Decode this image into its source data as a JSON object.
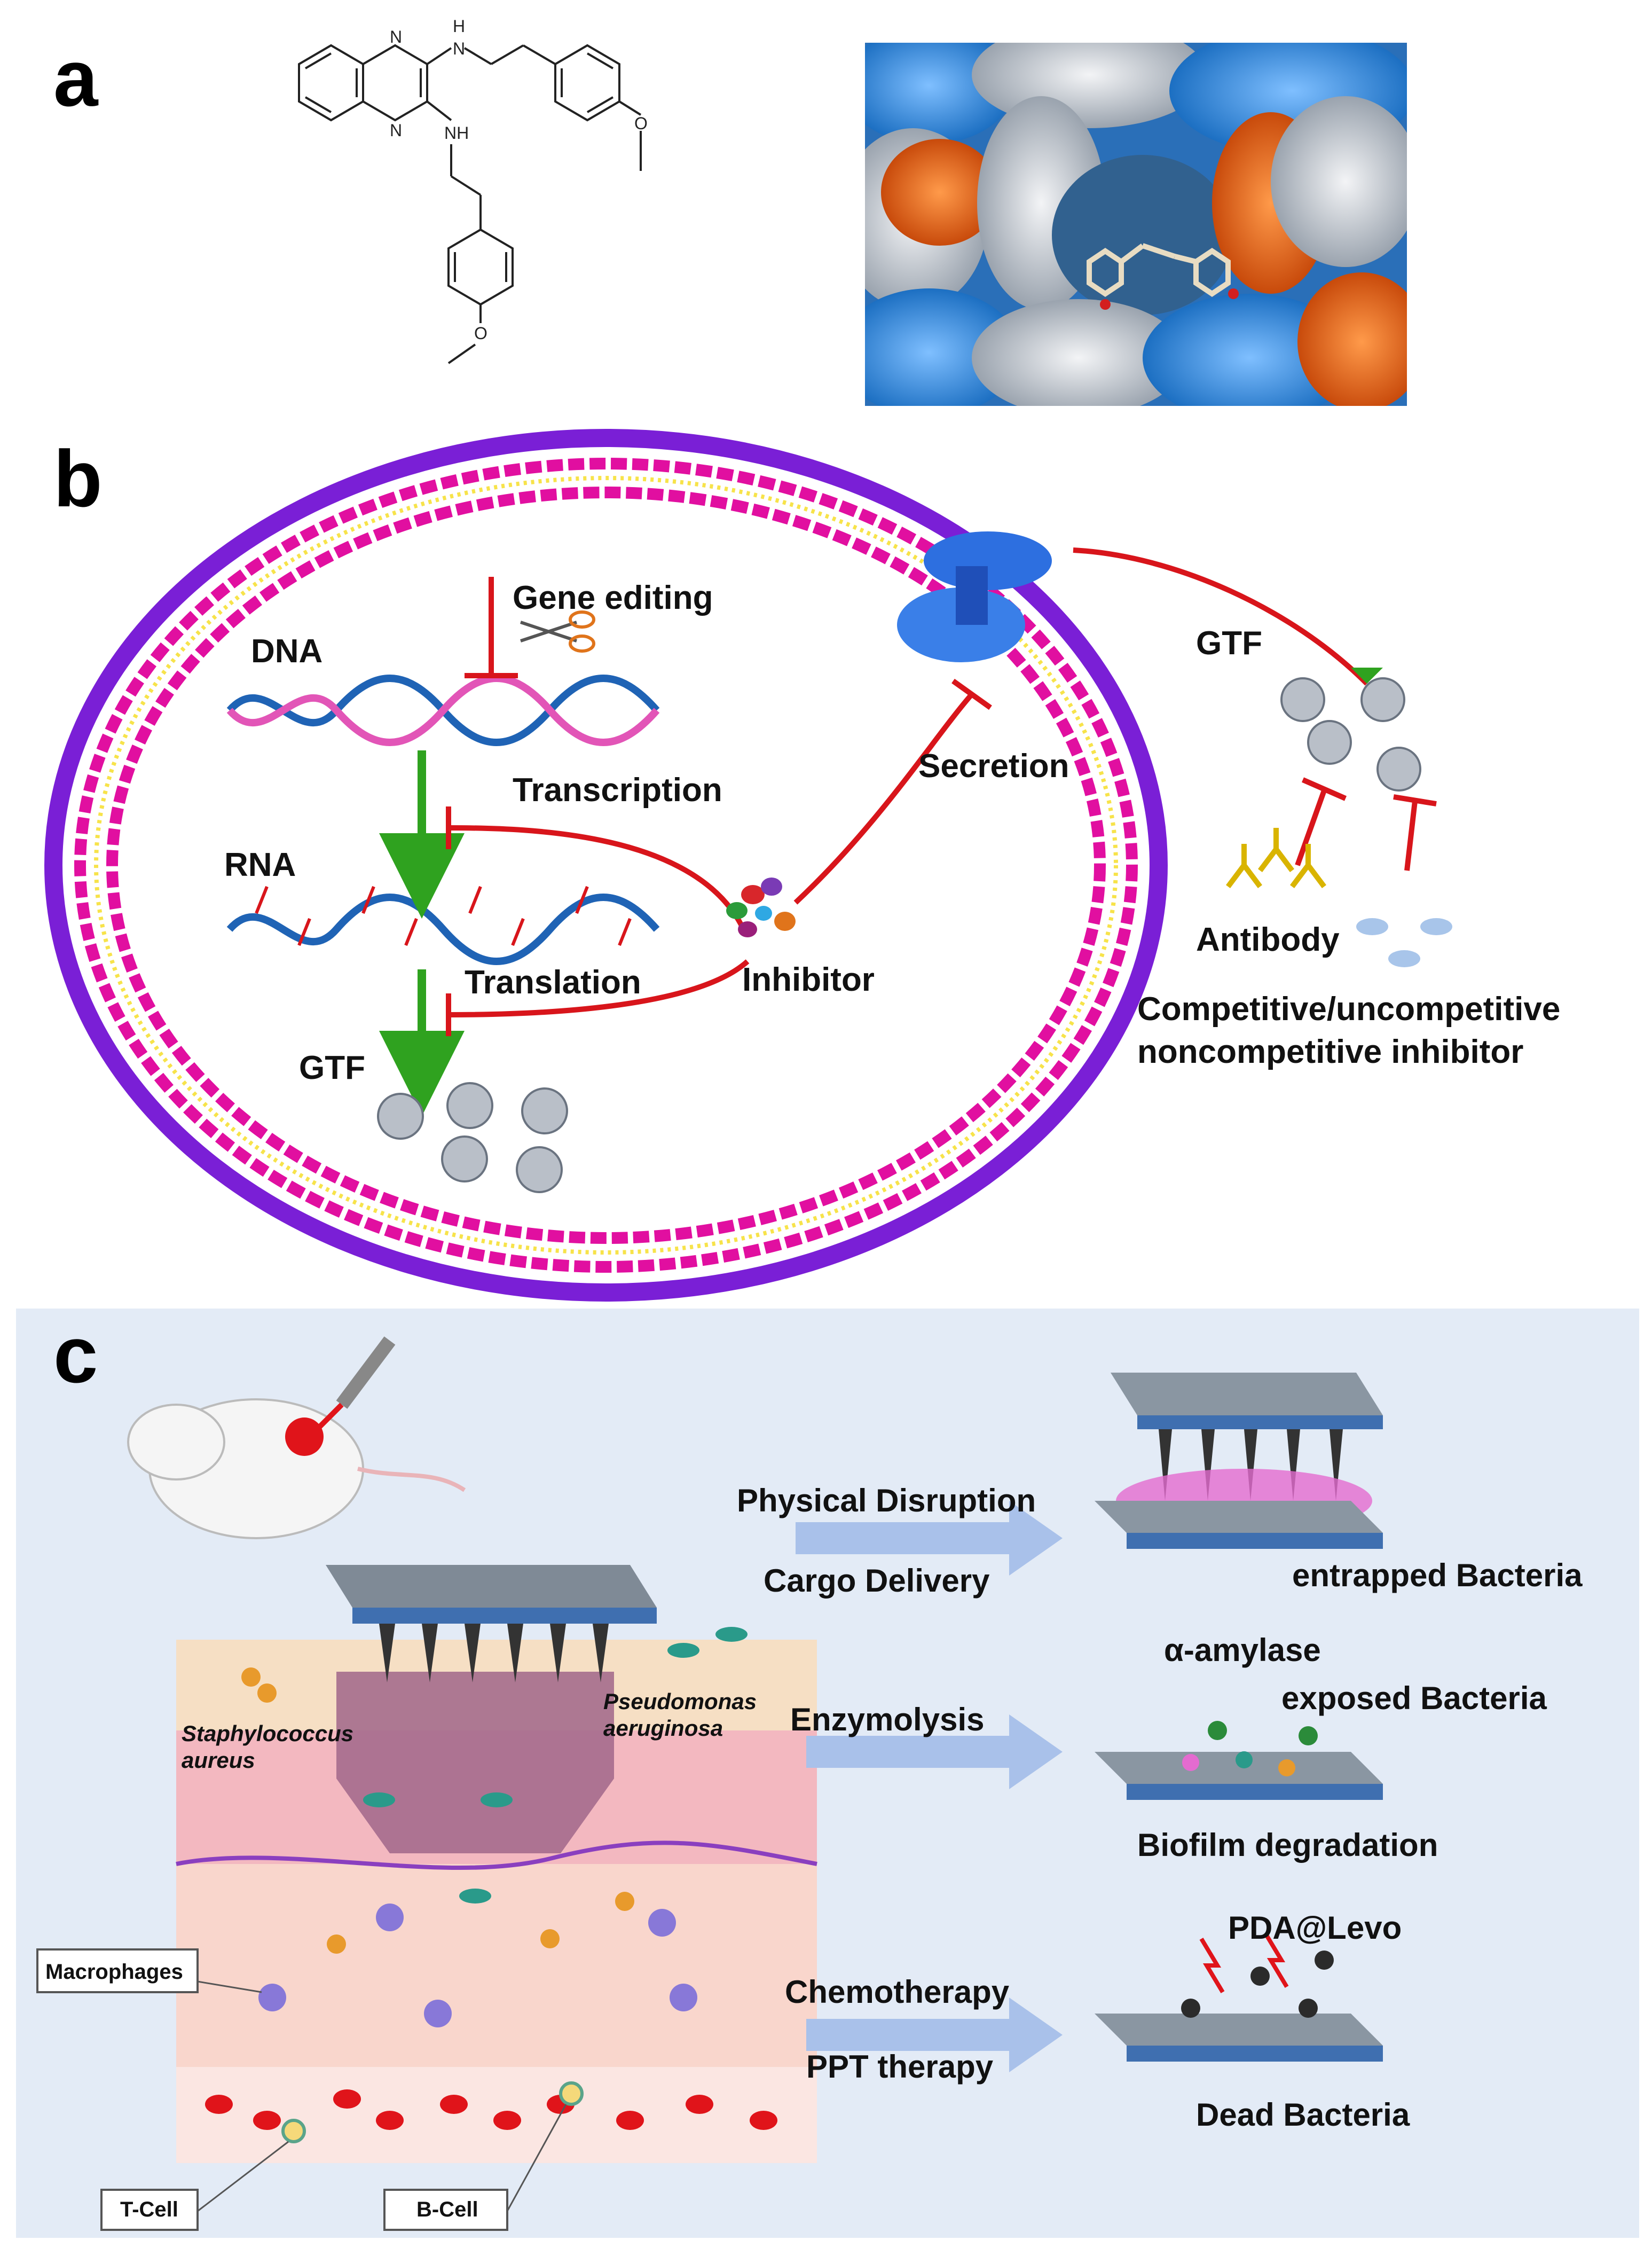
{
  "panels": {
    "a": {
      "letter": "a",
      "structure": {
        "atom_n1": "N",
        "atom_n2": "N",
        "atom_nh1": "H",
        "atom_nh1_n": "N",
        "atom_nh2": "NH",
        "atom_o1": "O",
        "atom_o2": "O"
      }
    },
    "b": {
      "letter": "b",
      "labels": {
        "gene_editing": "Gene editing",
        "dna": "DNA",
        "transcription": "Transcription",
        "rna": "RNA",
        "translation": "Translation",
        "gtf_inside": "GTF",
        "inhibitor": "Inhibitor",
        "secretion": "Secretion",
        "gtf_outside": "GTF",
        "antibody": "Antibody",
        "inhibitor_types_line1": "Competitive/uncompetitive",
        "inhibitor_types_line2": "noncompetitive inhibitor"
      },
      "colors": {
        "membrane": "#7a1fd6",
        "inhibit_arrow": "#d8151b",
        "progress_arrow": "#2fa21f",
        "bilayer_head": "#e10fa0"
      }
    },
    "c": {
      "letter": "c",
      "labels": {
        "physical_disruption": "Physical Disruption",
        "cargo_delivery": "Cargo Delivery",
        "entrapped_bacteria": "entrapped Bacteria",
        "alpha_amylase": "α-amylase",
        "exposed_bacteria": "exposed Bacteria",
        "enzymolysis": "Enzymolysis",
        "biofilm_degradation": "Biofilm degradation",
        "pda_levo": "PDA@Levo",
        "chemotherapy": "Chemotherapy",
        "ppt_therapy": "PPT therapy",
        "dead_bacteria": "Dead Bacteria",
        "staph_line1": "Staphylococcus",
        "staph_line2": "aureus",
        "pseudo_line1": "Pseudomonas",
        "pseudo_line2": "aeruginosa",
        "macrophages": "Macrophages",
        "t_cell": "T-Cell",
        "b_cell": "B-Cell"
      },
      "colors": {
        "background": "#e3ebf6",
        "arrow": "#a9c1ea",
        "epidermis": "#f6dfc4",
        "dermis": "#f3b8c0",
        "blood_cell": "#e0141a"
      }
    }
  }
}
